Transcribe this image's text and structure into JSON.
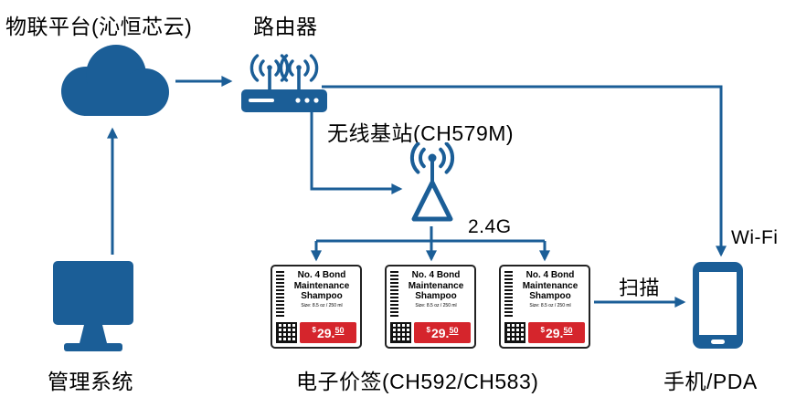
{
  "diagram": {
    "platform_label": "物联平台(沁恒芯云)",
    "router_label": "路由器",
    "base_station_label": "无线基站(CH579M)",
    "esl_label": "电子价签(CH592/CH583)",
    "mgmt_label": "管理系统",
    "phone_label": "手机/PDA",
    "freq_label": "2.4G",
    "wifi_label": "Wi-Fi",
    "scan_label": "扫描"
  },
  "price_tag": {
    "title_line1": "No. 4 Bond",
    "title_line2": "Maintenance",
    "title_line3": "Shampoo",
    "size_text": "Size: 8.5 oz / 250 ml",
    "currency": "$",
    "price_whole": "29.",
    "price_cents": "50"
  },
  "colors": {
    "primary_blue": "#1B5E97",
    "price_red": "#D5252C",
    "tag_border": "#222222",
    "text": "#000000"
  },
  "icons": {
    "cloud-icon": "svg-cloud",
    "router-icon": "svg-router-with-antennas",
    "antenna-tower-icon": "svg-broadcast-tower",
    "monitor-icon": "svg-desktop-monitor",
    "smartphone-icon": "svg-smartphone",
    "barcode-icon": "css-stripes",
    "qr-code-icon": "css-grid-pattern"
  }
}
